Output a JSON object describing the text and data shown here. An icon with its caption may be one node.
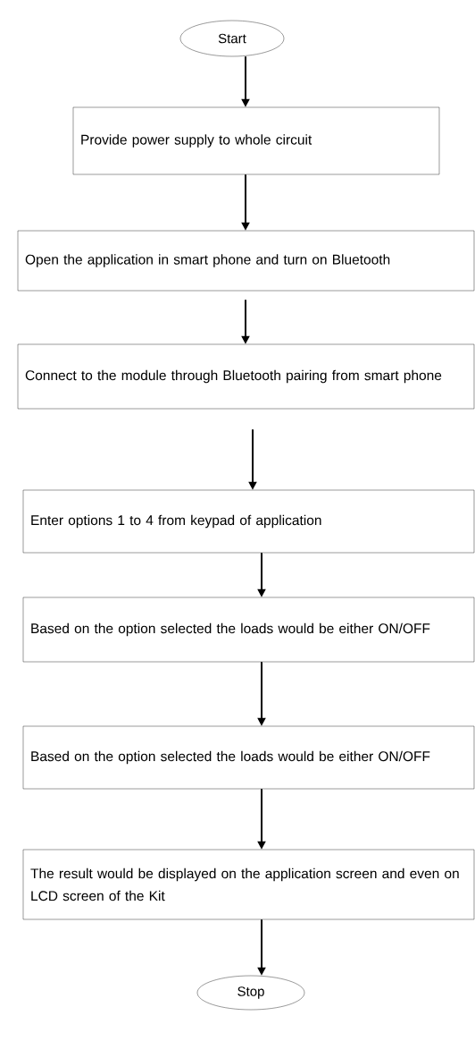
{
  "diagram": {
    "nodes": [
      {
        "text": [
          "Start"
        ]
      },
      {
        "text": [
          "Provide power supply to whole circuit"
        ]
      },
      {
        "text": [
          "Open the application in smart phone and turn on Bluetooth"
        ]
      },
      {
        "text": [
          "Connect to the module through Bluetooth pairing from smart phone"
        ]
      },
      {
        "text": [
          "Enter options 1 to 4 from keypad of application"
        ]
      },
      {
        "text": [
          "Based on the option selected the loads would be either ON/OFF"
        ]
      },
      {
        "text": [
          "Based on the option selected the loads would be either ON/OFF"
        ]
      },
      {
        "text": [
          "The result would be displayed on the application screen and even on LCD screen of the Kit"
        ]
      },
      {
        "text": [
          "Stop"
        ]
      }
    ],
    "edges": [
      {
        "from": 0,
        "to": 1,
        "arrow": "to"
      },
      {
        "from": 1,
        "to": 2,
        "arrow": "to"
      },
      {
        "from": 2,
        "to": 3,
        "arrow": "to"
      },
      {
        "from": 3,
        "to": 4,
        "arrow": "to"
      },
      {
        "from": 4,
        "to": 5,
        "arrow": "to"
      },
      {
        "from": 5,
        "to": 6,
        "arrow": "to"
      },
      {
        "from": 6,
        "to": 7,
        "arrow": "to"
      },
      {
        "from": 7,
        "to": 8,
        "arrow": "to"
      }
    ]
  }
}
